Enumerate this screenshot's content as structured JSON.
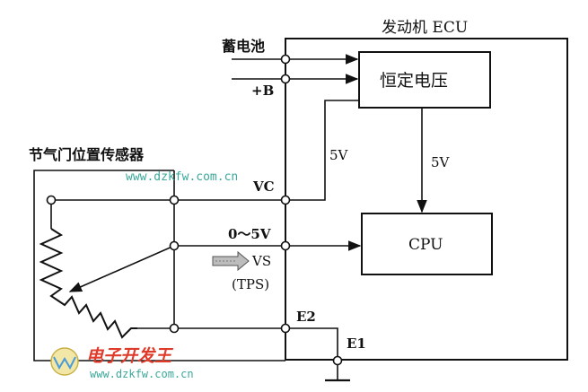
{
  "labels": {
    "ecu_title": "发动机 ECU",
    "battery": "蓄电池",
    "plus_b": "+B",
    "const_voltage": "恒定电压",
    "v5_left": "5V",
    "v5_right": "5V",
    "sensor_title": "节气门位置传感器",
    "vc": "VC",
    "range": "0～5V",
    "vs": "VS",
    "tps": "(TPS)",
    "cpu": "CPU",
    "e2": "E2",
    "e1": "E1"
  },
  "watermarks": {
    "url_top": "www.dzkfw.com.cn",
    "brand": "电子开发王",
    "url_bottom": "www.dzkfw.com.cn"
  },
  "colors": {
    "line": "#111111",
    "watermark_teal": "#3aa89a",
    "watermark_red": "#e03a2a",
    "arrow_fill": "#999999"
  }
}
